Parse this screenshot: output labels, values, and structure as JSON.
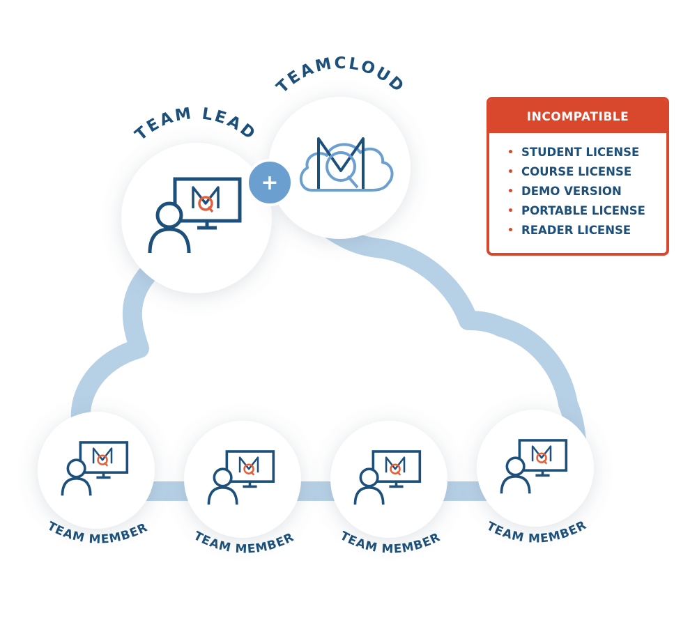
{
  "labels": {
    "team_lead": "TEAM LEAD",
    "teamcloud": "TEAMCLOUD",
    "plus": "+",
    "team_member": "TEAM MEMBER"
  },
  "members": [
    {
      "label": "TEAM MEMBER"
    },
    {
      "label": "TEAM MEMBER"
    },
    {
      "label": "TEAM MEMBER"
    },
    {
      "label": "TEAM MEMBER"
    }
  ],
  "incompatible": {
    "title": "INCOMPATIBLE",
    "items": [
      "STUDENT LICENSE",
      "COURSE LICENSE",
      "DEMO VERSION",
      "PORTABLE LICENSE",
      "READER LICENSE"
    ]
  },
  "icons": {
    "user": "user-at-monitor-icon",
    "app_logo": "maxqda-logo-icon",
    "cloud_logo": "cloud-logo-icon"
  },
  "colors": {
    "navy": "#1c4f7a",
    "cloud_ring": "#b6d0e6",
    "plus_circle": "#6a9fcf",
    "accent_orange": "#e1603a",
    "incompatible_red": "#d9472d"
  }
}
